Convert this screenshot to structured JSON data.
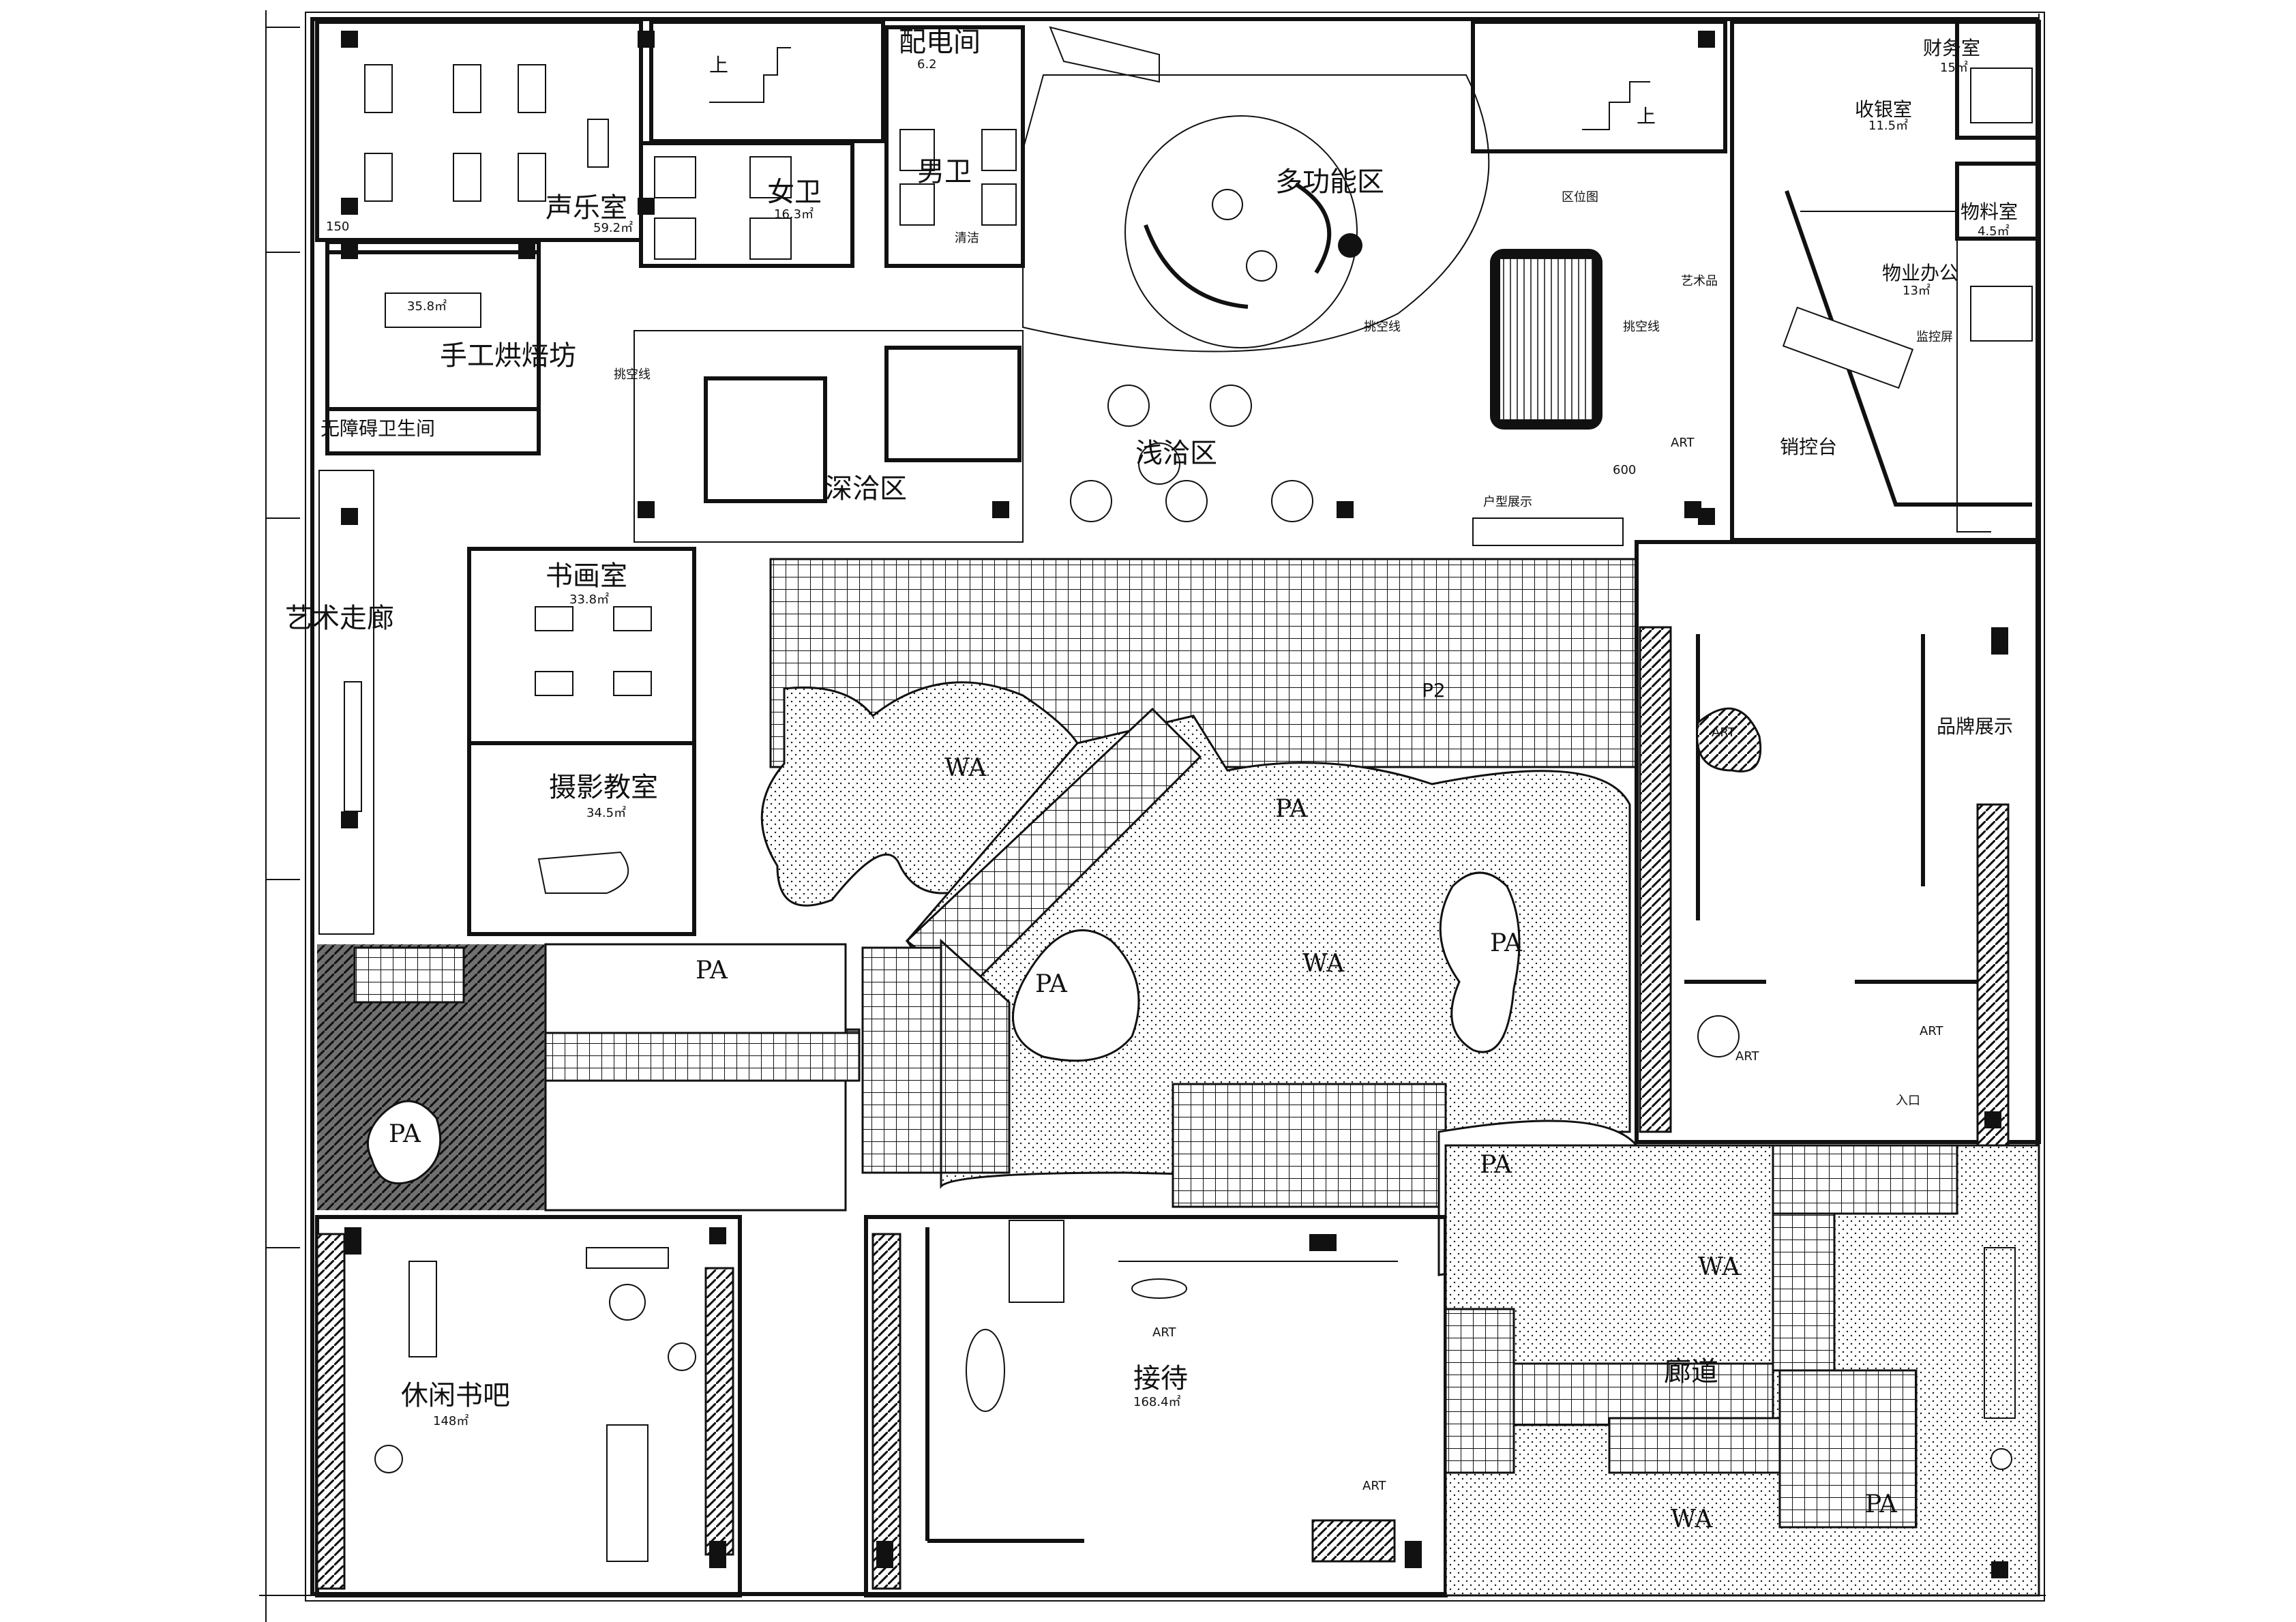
{
  "labels": {
    "sheng_yue_shi": "声乐室",
    "sheng_yue_area": "59.2㎡",
    "pei_dian_jian": "配电间",
    "pei_dian_area": "6.2",
    "nv_wei": "女卫",
    "nv_wei_area": "16.3㎡",
    "nan_wei": "男卫",
    "qing_jie": "清洁",
    "duo_gong_neng": "多功能区",
    "qu_wei_tu": "区位图",
    "cai_wu_shi": "财务室",
    "cai_wu_area": "15㎡",
    "shou_yin_shi": "收银室",
    "shou_yin_area": "11.5㎡",
    "wu_liao_shi": "物料室",
    "wu_liao_area": "4.5㎡",
    "wu_ye_ban_gong": "物业办公",
    "wu_ye_area": "13㎡",
    "jian_kong_ping": "监控屏",
    "xiao_kong_tai": "销控台",
    "yi_shu_pin": "艺术品",
    "tiao_kong_xian_1": "挑空线",
    "tiao_kong_xian_2": "挑空线",
    "tiao_kong_xian_3": "挑空线",
    "shou_gong": "手工烘焙坊",
    "shou_gong_area": "35.8㎡",
    "wu_zhang_ai": "无障碍卫生间",
    "shen_qia": "深洽区",
    "qian_qia": "浅洽区",
    "hu_xing": "户型展示",
    "dim_600": "600",
    "art_1": "ART",
    "art_2": "ART",
    "art_3": "ART",
    "art_4": "ART",
    "art_5": "ART",
    "art_6": "ART",
    "yi_shu_zou_lang": "艺术走廊",
    "shu_hua_shi": "书画室",
    "shu_hua_area": "33.8㎡",
    "she_ying": "摄影教室",
    "she_ying_area": "34.5㎡",
    "pin_pai": "品牌展示",
    "ru_kou": "入口",
    "p2": "P2",
    "xiu_xian": "休闲书吧",
    "xiu_xian_area": "148㎡",
    "jie_dai": "接待",
    "jie_dai_area": "168.4㎡",
    "lang_dao": "廊道",
    "shang_1": "上",
    "shang_2": "上",
    "dim_150": "150"
  },
  "zones": {
    "wa_1": "WA",
    "wa_2": "WA",
    "wa_3": "WA",
    "wa_4": "WA",
    "pa_1": "PA",
    "pa_2": "PA",
    "pa_3": "PA",
    "pa_4": "PA",
    "pa_5": "PA",
    "pa_6": "PA",
    "pa_7": "PA"
  }
}
